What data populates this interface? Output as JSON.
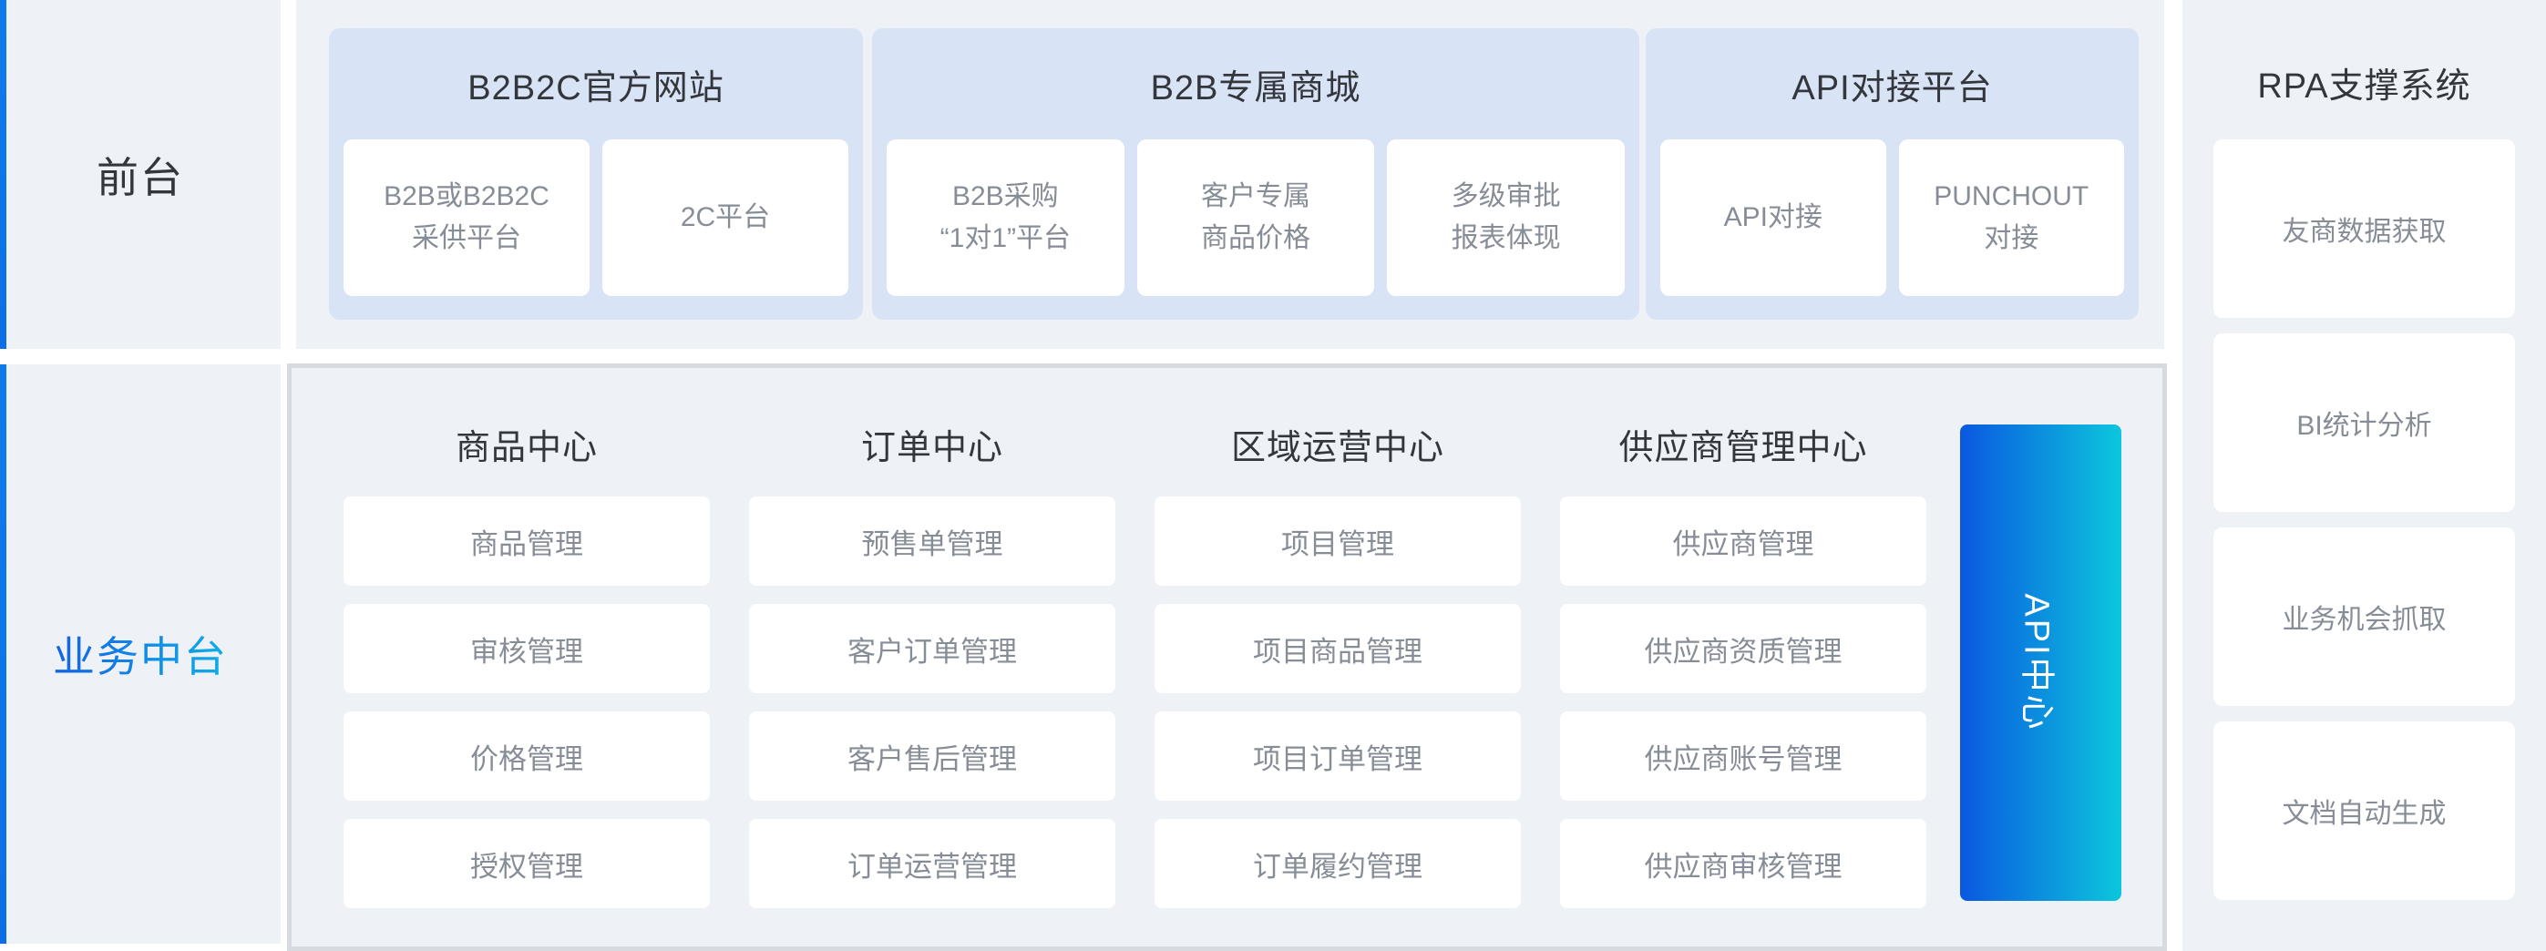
{
  "front": {
    "label": "前台",
    "groups": [
      {
        "title": "B2B2C官方网站",
        "items": [
          "B2B或B2B2C\n采供平台",
          "2C平台"
        ]
      },
      {
        "title": "B2B专属商城",
        "items": [
          "B2B采购\n“1对1”平台",
          "客户专属\n商品价格",
          "多级审批\n报表体现"
        ]
      },
      {
        "title": "API对接平台",
        "items": [
          "API对接",
          "PUNCHOUT\n对接"
        ]
      }
    ]
  },
  "middle": {
    "label": "业务中台",
    "api_center_label": "API中心",
    "columns": [
      {
        "title": "商品中心",
        "items": [
          "商品管理",
          "审核管理",
          "价格管理",
          "授权管理"
        ]
      },
      {
        "title": "订单中心",
        "items": [
          "预售单管理",
          "客户订单管理",
          "客户售后管理",
          "订单运营管理"
        ]
      },
      {
        "title": "区域运营中心",
        "items": [
          "项目管理",
          "项目商品管理",
          "项目订单管理",
          "订单履约管理"
        ]
      },
      {
        "title": "供应商管理中心",
        "items": [
          "供应商管理",
          "供应商资质管理",
          "供应商账号管理",
          "供应商审核管理"
        ]
      }
    ]
  },
  "rpa": {
    "title": "RPA支撑系统",
    "items": [
      "友商数据获取",
      "BI统计分析",
      "业务机会抓取",
      "文档自动生成"
    ]
  },
  "colors": {
    "accent_blue": "#0d76e9",
    "api_gradient_start": "#0a58e0",
    "api_gradient_end": "#0cc6dd",
    "panel_bg": "#eef1f6",
    "group_bg": "#d8e3f5",
    "box_border": "#d7dade",
    "title_text": "#33363b",
    "card_text": "#878d97"
  }
}
